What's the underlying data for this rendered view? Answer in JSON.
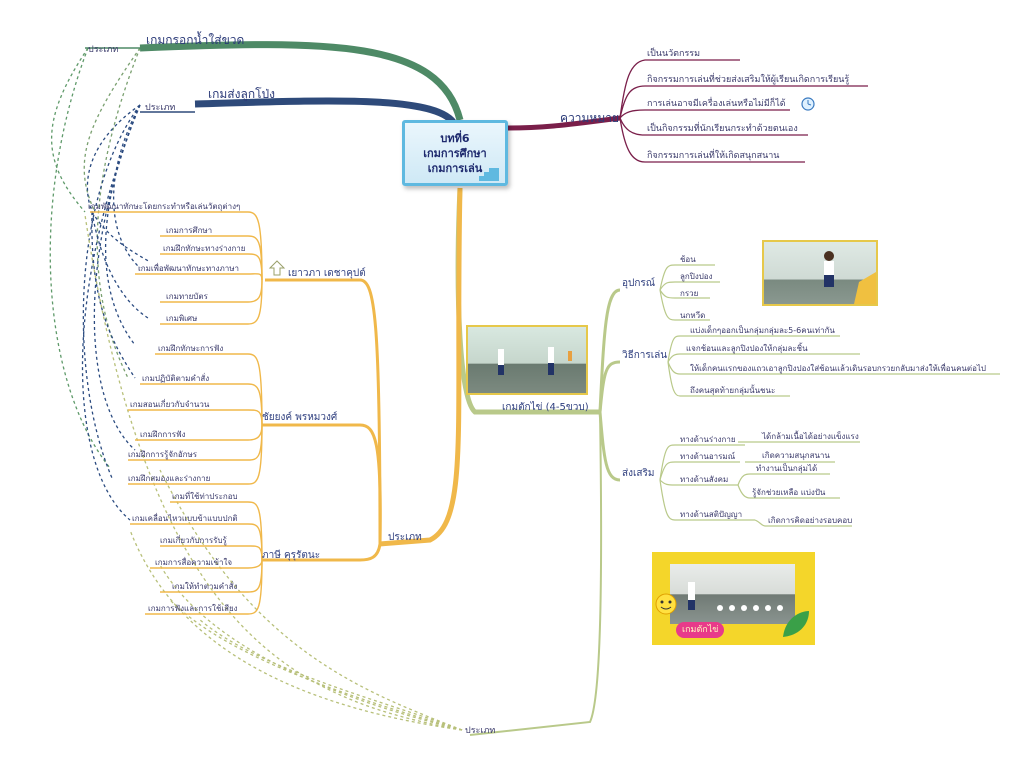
{
  "center": {
    "line1": "บทที่6",
    "line2": "เกมการศึกษา",
    "line3": "เกมการเล่น"
  },
  "meaning": {
    "title": "ความหมาย",
    "items": [
      "เป็นนวัตกรรม",
      "กิจกรรมการเล่นที่ช่วยส่งเสริมให้ผู้เรียนเกิดการเรียนรู้",
      "การเล่นอาจมีเครื่องเล่นหรือไม่มีก็ได้",
      "เป็นกิจกรรมที่นักเรียนกระทำด้วยตนเอง",
      "กิจกรรมการเล่นที่ให้เกิดสนุกสนาน"
    ]
  },
  "games_top": [
    {
      "name": "เกมกรอกน้ำใส่ขวด",
      "type": "ประเภท"
    },
    {
      "name": "เกมส่งลูกโป่ง",
      "type": "ประเภท"
    }
  ],
  "egg_game": {
    "title": "เกมตักไข่ (4-5ขวบ)",
    "equipment": {
      "label": "อุปกรณ์",
      "items": [
        "ช้อน",
        "ลูกปิงปอง",
        "กรวย",
        "นกหวีด"
      ]
    },
    "method": {
      "label": "วิธีการเล่น",
      "items": [
        "แบ่งเด็กๆออกเป็นกลุ่มกลุ่มละ5-6คนเท่ากัน",
        "แจกช้อนและลูกปิงปองให้กลุ่มละชิ้น",
        "ให้เด็กคนแรกของแถวเอาลูกปิงปองใส่ช้อนแล้วเดินรอบกรวยกลับมาส่งให้เพื่อนคนต่อไป",
        "ถึงคนสุดท้ายกลุ่มนั้นชนะ"
      ]
    },
    "promote": {
      "label": "ส่งเสริม",
      "items": [
        {
          "name": "ทางด้านร่างกาย",
          "sub": [
            "ได้กล้ามเนื้อได้อย่างแข็งแรง"
          ]
        },
        {
          "name": "ทางด้านอารมณ์",
          "sub": [
            "เกิดความสนุกสนาน"
          ]
        },
        {
          "name": "ทางด้านสังคม",
          "sub": [
            "ทำงานเป็นกลุ่มได้",
            "รู้จักช่วยเหลือ แบ่งปัน"
          ]
        },
        {
          "name": "ทางด้านสติปัญญา",
          "sub": [
            "เกิดการคิดอย่างรอบคอบ"
          ]
        }
      ]
    },
    "photo_caption": "เกมตักไข่",
    "type": "ประเภท"
  },
  "types": {
    "label": "ประเภท",
    "authors": [
      {
        "name": "เยาวภา เดชาคุปต์",
        "items": [
          "เกมพัฒนาทักษะโดยกระทำหรือเล่นวัตถุต่างๆ",
          "เกมการศึกษา",
          "เกมฝึกทักษะทางร่างกาย",
          "เกมเพื่อพัฒนาทักษะทางภาษา",
          "เกมทายบัตร",
          "เกมพิเศษ"
        ]
      },
      {
        "name": "ชัยยงค์ พรหมวงศ์",
        "items": [
          "เกมฝึกทักษะการฟัง",
          "เกมปฏิบัติตามคำสั่ง",
          "เกมสอนเกี่ยวกับจำนวน",
          "เกมฝึกการฟัง",
          "เกมฝึกการรู้จักอักษร",
          "เกมฝึกสมองและร่างกาย"
        ]
      },
      {
        "name": "ภาษี คุรุรัตนะ",
        "items": [
          "เกมที่ใช้ท่าประกอบ",
          "เกมเคลื่อนไหวแบบข้าแบบปกติ",
          "เกมเกี่ยวกับการรับรู้",
          "เกมการสื่อความเข้าใจ",
          "เกมให้ทำตามคำสั่ง",
          "เกมการฟังและการใช้เสียง"
        ]
      }
    ]
  },
  "colors": {
    "top_green": "#4e8a66",
    "top_navy": "#2e4a7a",
    "meaning": "#7a1f4a",
    "egg": "#b9c98a",
    "types": "#f0b84a",
    "link_green": "#5f9a6a",
    "link_navy": "#2b4b80",
    "link_olive": "#b8c07a"
  }
}
